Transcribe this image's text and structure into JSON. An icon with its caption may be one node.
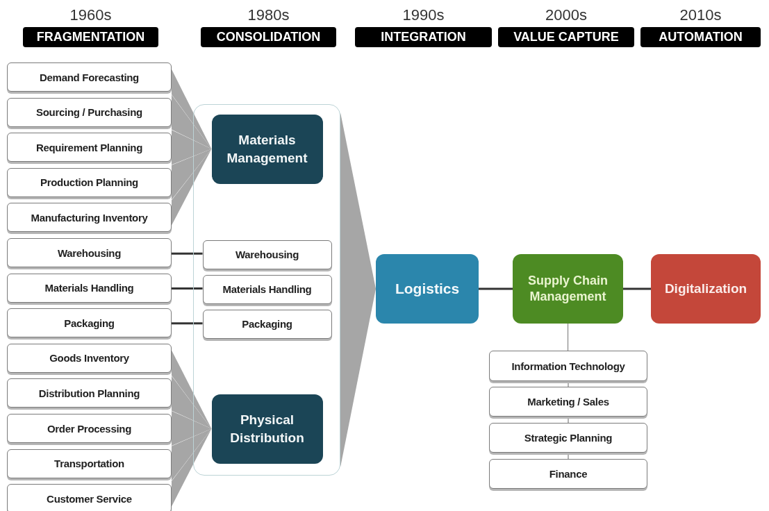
{
  "diagram": {
    "nodes": [
      {
        "text": [
          "1960s",
          "FRAGMENTATION"
        ]
      },
      {
        "text": [
          "1980s",
          "CONSOLIDATION"
        ]
      },
      {
        "text": [
          "1990s",
          "INTEGRATION"
        ]
      },
      {
        "text": [
          "2000s",
          "VALUE CAPTURE"
        ]
      },
      {
        "text": [
          "2010s",
          "AUTOMATION"
        ]
      },
      {
        "text": [
          "Demand Forecasting"
        ]
      },
      {
        "text": [
          "Sourcing / Purchasing"
        ]
      },
      {
        "text": [
          "Requirement Planning"
        ]
      },
      {
        "text": [
          "Production Planning"
        ]
      },
      {
        "text": [
          "Manufacturing Inventory"
        ]
      },
      {
        "text": [
          "Warehousing"
        ]
      },
      {
        "text": [
          "Materials Handling"
        ]
      },
      {
        "text": [
          "Packaging"
        ]
      },
      {
        "text": [
          "Goods Inventory"
        ]
      },
      {
        "text": [
          "Distribution Planning"
        ]
      },
      {
        "text": [
          "Order Processing"
        ]
      },
      {
        "text": [
          "Transportation"
        ]
      },
      {
        "text": [
          "Customer Service"
        ]
      },
      {
        "text": [],
        "shape": "box"
      },
      {
        "text": [
          "Materials Management"
        ],
        "in": 18
      },
      {
        "text": [
          "Warehousing"
        ],
        "in": 18
      },
      {
        "text": [
          "Materials Handling"
        ],
        "in": 18
      },
      {
        "text": [
          "Packaging"
        ],
        "in": 18
      },
      {
        "text": [
          "Physical Distribution"
        ],
        "in": 18
      },
      {
        "text": [
          "Logistics"
        ]
      },
      {
        "text": [
          "Supply Chain Management"
        ]
      },
      {
        "text": [
          "Digitalization"
        ]
      },
      {
        "text": [
          "Information Technology"
        ]
      },
      {
        "text": [
          "Marketing / Sales"
        ]
      },
      {
        "text": [
          "Strategic Planning"
        ]
      },
      {
        "text": [
          "Finance"
        ]
      }
    ],
    "edges": [
      {
        "from": 5,
        "to": 19,
        "arrow": "to",
        "style": "thick",
        "color": "#a6a6a6"
      },
      {
        "from": 6,
        "to": 19,
        "arrow": "to",
        "style": "thick",
        "color": "#a6a6a6"
      },
      {
        "from": 7,
        "to": 19,
        "arrow": "to",
        "style": "thick",
        "color": "#a6a6a6"
      },
      {
        "from": 8,
        "to": 19,
        "arrow": "to",
        "style": "thick",
        "color": "#a6a6a6"
      },
      {
        "from": 9,
        "to": 19,
        "arrow": "to",
        "style": "thick",
        "color": "#a6a6a6"
      },
      {
        "from": 10,
        "to": 20,
        "arrow": "none"
      },
      {
        "from": 11,
        "to": 21,
        "arrow": "none"
      },
      {
        "from": 12,
        "to": 22,
        "arrow": "none"
      },
      {
        "from": 13,
        "to": 23,
        "arrow": "to",
        "style": "thick",
        "color": "#a6a6a6"
      },
      {
        "from": 14,
        "to": 23,
        "arrow": "to",
        "style": "thick",
        "color": "#a6a6a6"
      },
      {
        "from": 15,
        "to": 23,
        "arrow": "to",
        "style": "thick",
        "color": "#a6a6a6"
      },
      {
        "from": 16,
        "to": 23,
        "arrow": "to",
        "style": "thick",
        "color": "#a6a6a6"
      },
      {
        "from": 17,
        "to": 23,
        "arrow": "to",
        "style": "thick",
        "color": "#a6a6a6"
      },
      {
        "from": 18,
        "to": 24,
        "arrow": "to",
        "style": "thick",
        "color": "#a6a6a6"
      },
      {
        "from": 24,
        "to": 25,
        "arrow": "none"
      },
      {
        "from": 25,
        "to": 26,
        "arrow": "none"
      },
      {
        "from": 25,
        "to": 27,
        "arrow": "none",
        "color": "#999999"
      },
      {
        "from": 27,
        "to": 28,
        "arrow": "none",
        "color": "#999999"
      },
      {
        "from": 28,
        "to": 29,
        "arrow": "none",
        "color": "#999999"
      },
      {
        "from": 29,
        "to": 30,
        "arrow": "none",
        "color": "#999999"
      }
    ]
  }
}
